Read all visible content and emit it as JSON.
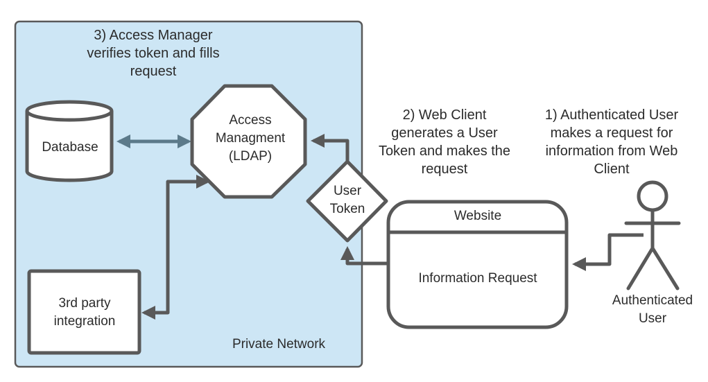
{
  "private_network": {
    "label": "Private Network"
  },
  "step3_note": {
    "lines": [
      "3) Access Manager",
      "verifies token and fills",
      "request"
    ]
  },
  "step2_note": {
    "lines": [
      "2) Web Client",
      "generates a User",
      "Token and makes the",
      "request"
    ]
  },
  "step1_note": {
    "lines": [
      "1) Authenticated User",
      "makes a request for",
      "information from Web",
      "Client"
    ]
  },
  "database": {
    "label": "Database"
  },
  "access_management": {
    "lines": [
      "Access",
      "Managment",
      "(LDAP)"
    ]
  },
  "third_party": {
    "lines": [
      "3rd party",
      "integration"
    ]
  },
  "user_token": {
    "lines": [
      "User",
      "Token"
    ]
  },
  "website": {
    "header": "Website",
    "body": "Information Request"
  },
  "actor": {
    "lines": [
      "Authenticated",
      "User"
    ]
  },
  "colors": {
    "network_fill": "#cde6f5",
    "stroke": "#595959",
    "db_arrow": "#5c7a8a"
  }
}
